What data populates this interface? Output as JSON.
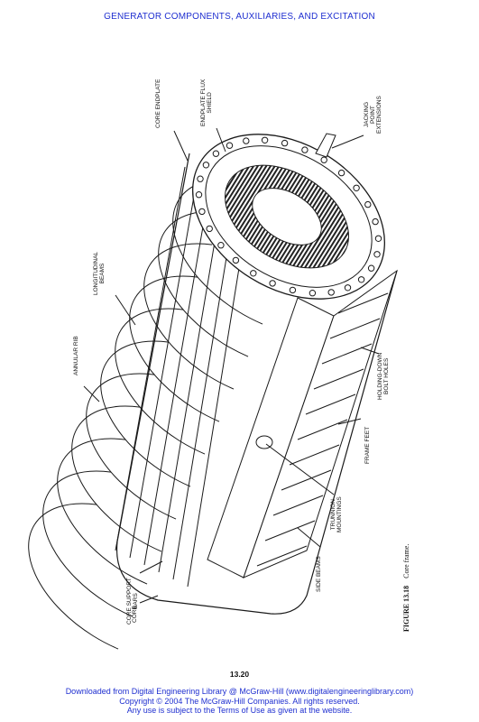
{
  "header": {
    "running_title": "GENERATOR COMPONENTS, AUXILIARIES, AND EXCITATION"
  },
  "figure": {
    "labels": {
      "core_endplate": "CORE ENDPLATE",
      "flux_shield": [
        "ENDPLATE FLUX",
        "SHIELD"
      ],
      "jacking": [
        "JACKING",
        "POINT",
        "EXTENSIONS"
      ],
      "longitudinal": [
        "LONGITUDINAL",
        "BEAMS"
      ],
      "annular": "ANNULAR RIB",
      "holding": [
        "HOLDING-DOWN",
        "BOLT HOLES"
      ],
      "frame_feet": "FRAME FEET",
      "trunnion": [
        "TRUNNION",
        "MOUNTINGS"
      ],
      "side_beams": "SIDE BEAMS",
      "core_support": [
        "CORE SUPPORT",
        "BARS"
      ],
      "core": "CORE"
    },
    "caption_number": "FIGURE 13.18",
    "caption_text": "Core frame."
  },
  "page_number": "13.20",
  "footer": {
    "line1": "Downloaded from Digital Engineering Library @ McGraw-Hill (www.digitalengineeringlibrary.com)",
    "line2": "Copyright © 2004 The McGraw-Hill Companies. All rights reserved.",
    "line3": "Any use is subject to the Terms of Use as given at the website."
  }
}
